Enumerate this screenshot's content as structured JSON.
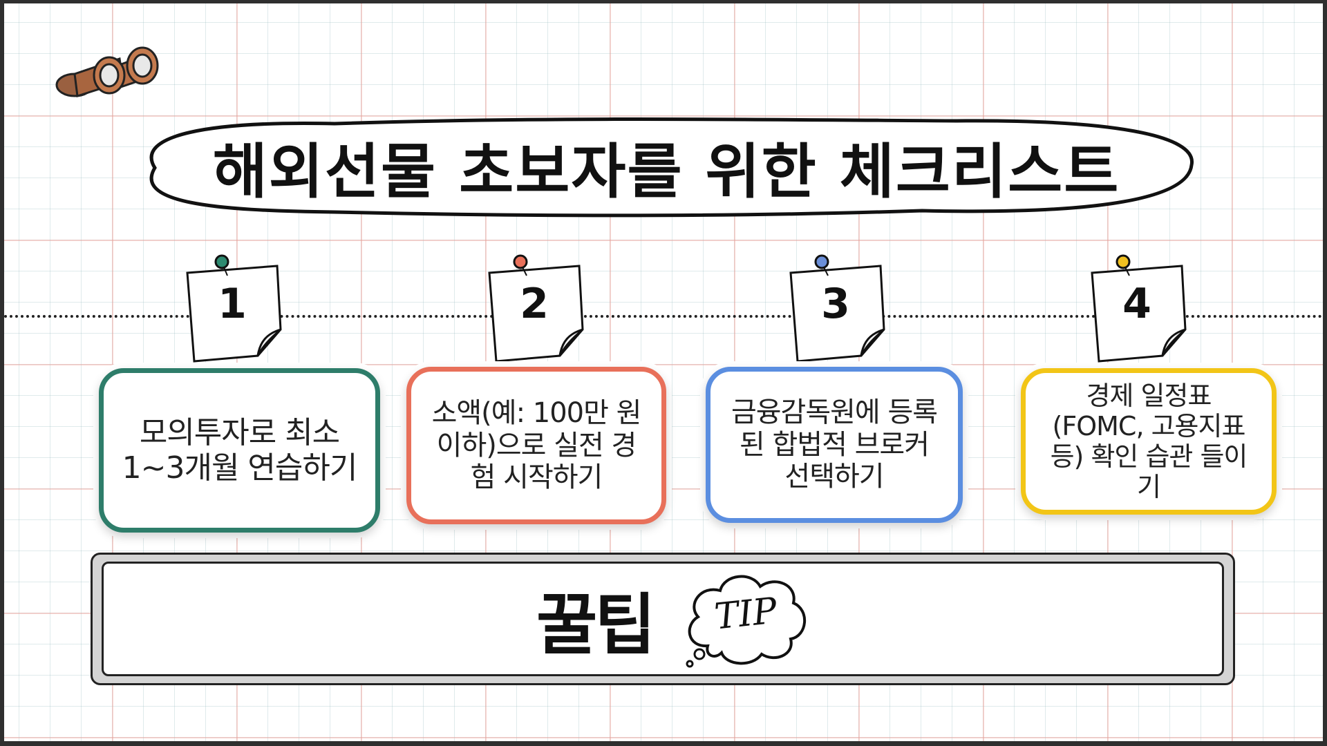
{
  "title": "해외선물 초보자를 위한 체크리스트",
  "steps": [
    {
      "number": "1",
      "text": "모의투자로 최소 1~3개월 연습하기",
      "color": "#2e7d6a",
      "pin": "#2e8a70"
    },
    {
      "number": "2",
      "text": "소액(예: 100만 원 이하)으로 실전 경험 시작하기",
      "color": "#e8705a",
      "pin": "#e8705a"
    },
    {
      "number": "3",
      "text": "금융감독원에 등록된 합법적 브로커 선택하기",
      "color": "#5b8ee0",
      "pin": "#6b8fd8"
    },
    {
      "number": "4",
      "text": "경제 일정표(FOMC, 고용지표 등) 확인 습관 들이기",
      "color": "#f2c517",
      "pin": "#f0c020"
    }
  ],
  "tip": {
    "label": "꿀팁",
    "cloud_text": "TIP"
  },
  "icons": {
    "top_left": "binoculars-icon",
    "tip": "cloud-icon"
  }
}
